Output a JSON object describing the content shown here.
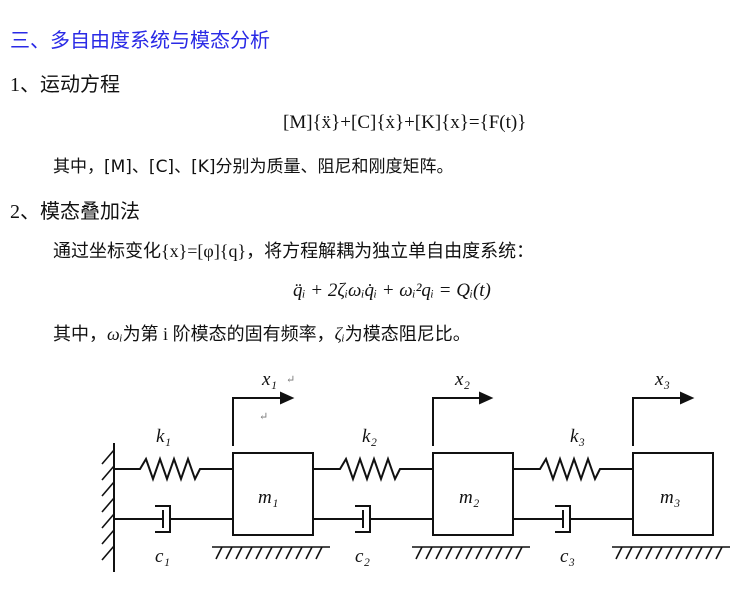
{
  "section_title": "三、多自由度系统与模态分析",
  "sub1": {
    "title": "1、运动方程",
    "equation": "[M]{ẍ}+[C]{ẋ}+[K]{x}={F(t)}",
    "note": "其中，[M]、[C]、[K]分别为质量、阻尼和刚度矩阵。"
  },
  "sub2": {
    "title": "2、模态叠加法",
    "text": "通过坐标变化{x}=[φ]{q}，将方程解耦为独立单自由度系统：",
    "equation": "q̈ᵢ + 2ζᵢωᵢq̇ᵢ + ωᵢ²qᵢ = Qᵢ(t)",
    "note_prefix": "其中，",
    "omega": "ωᵢ",
    "note_mid": "为第 i 阶模态的固有频率，",
    "zeta": "ζᵢ",
    "note_end": "为模态阻尼比。"
  },
  "diagram": {
    "masses": [
      "m₁",
      "m₂",
      "m₃"
    ],
    "displacements": [
      "x₁",
      "x₂",
      "x₃"
    ],
    "springs": [
      "k₁",
      "k₂",
      "k₃"
    ],
    "dampers": [
      "c₁",
      "c₂",
      "c₃"
    ],
    "return_mark": "↵"
  }
}
